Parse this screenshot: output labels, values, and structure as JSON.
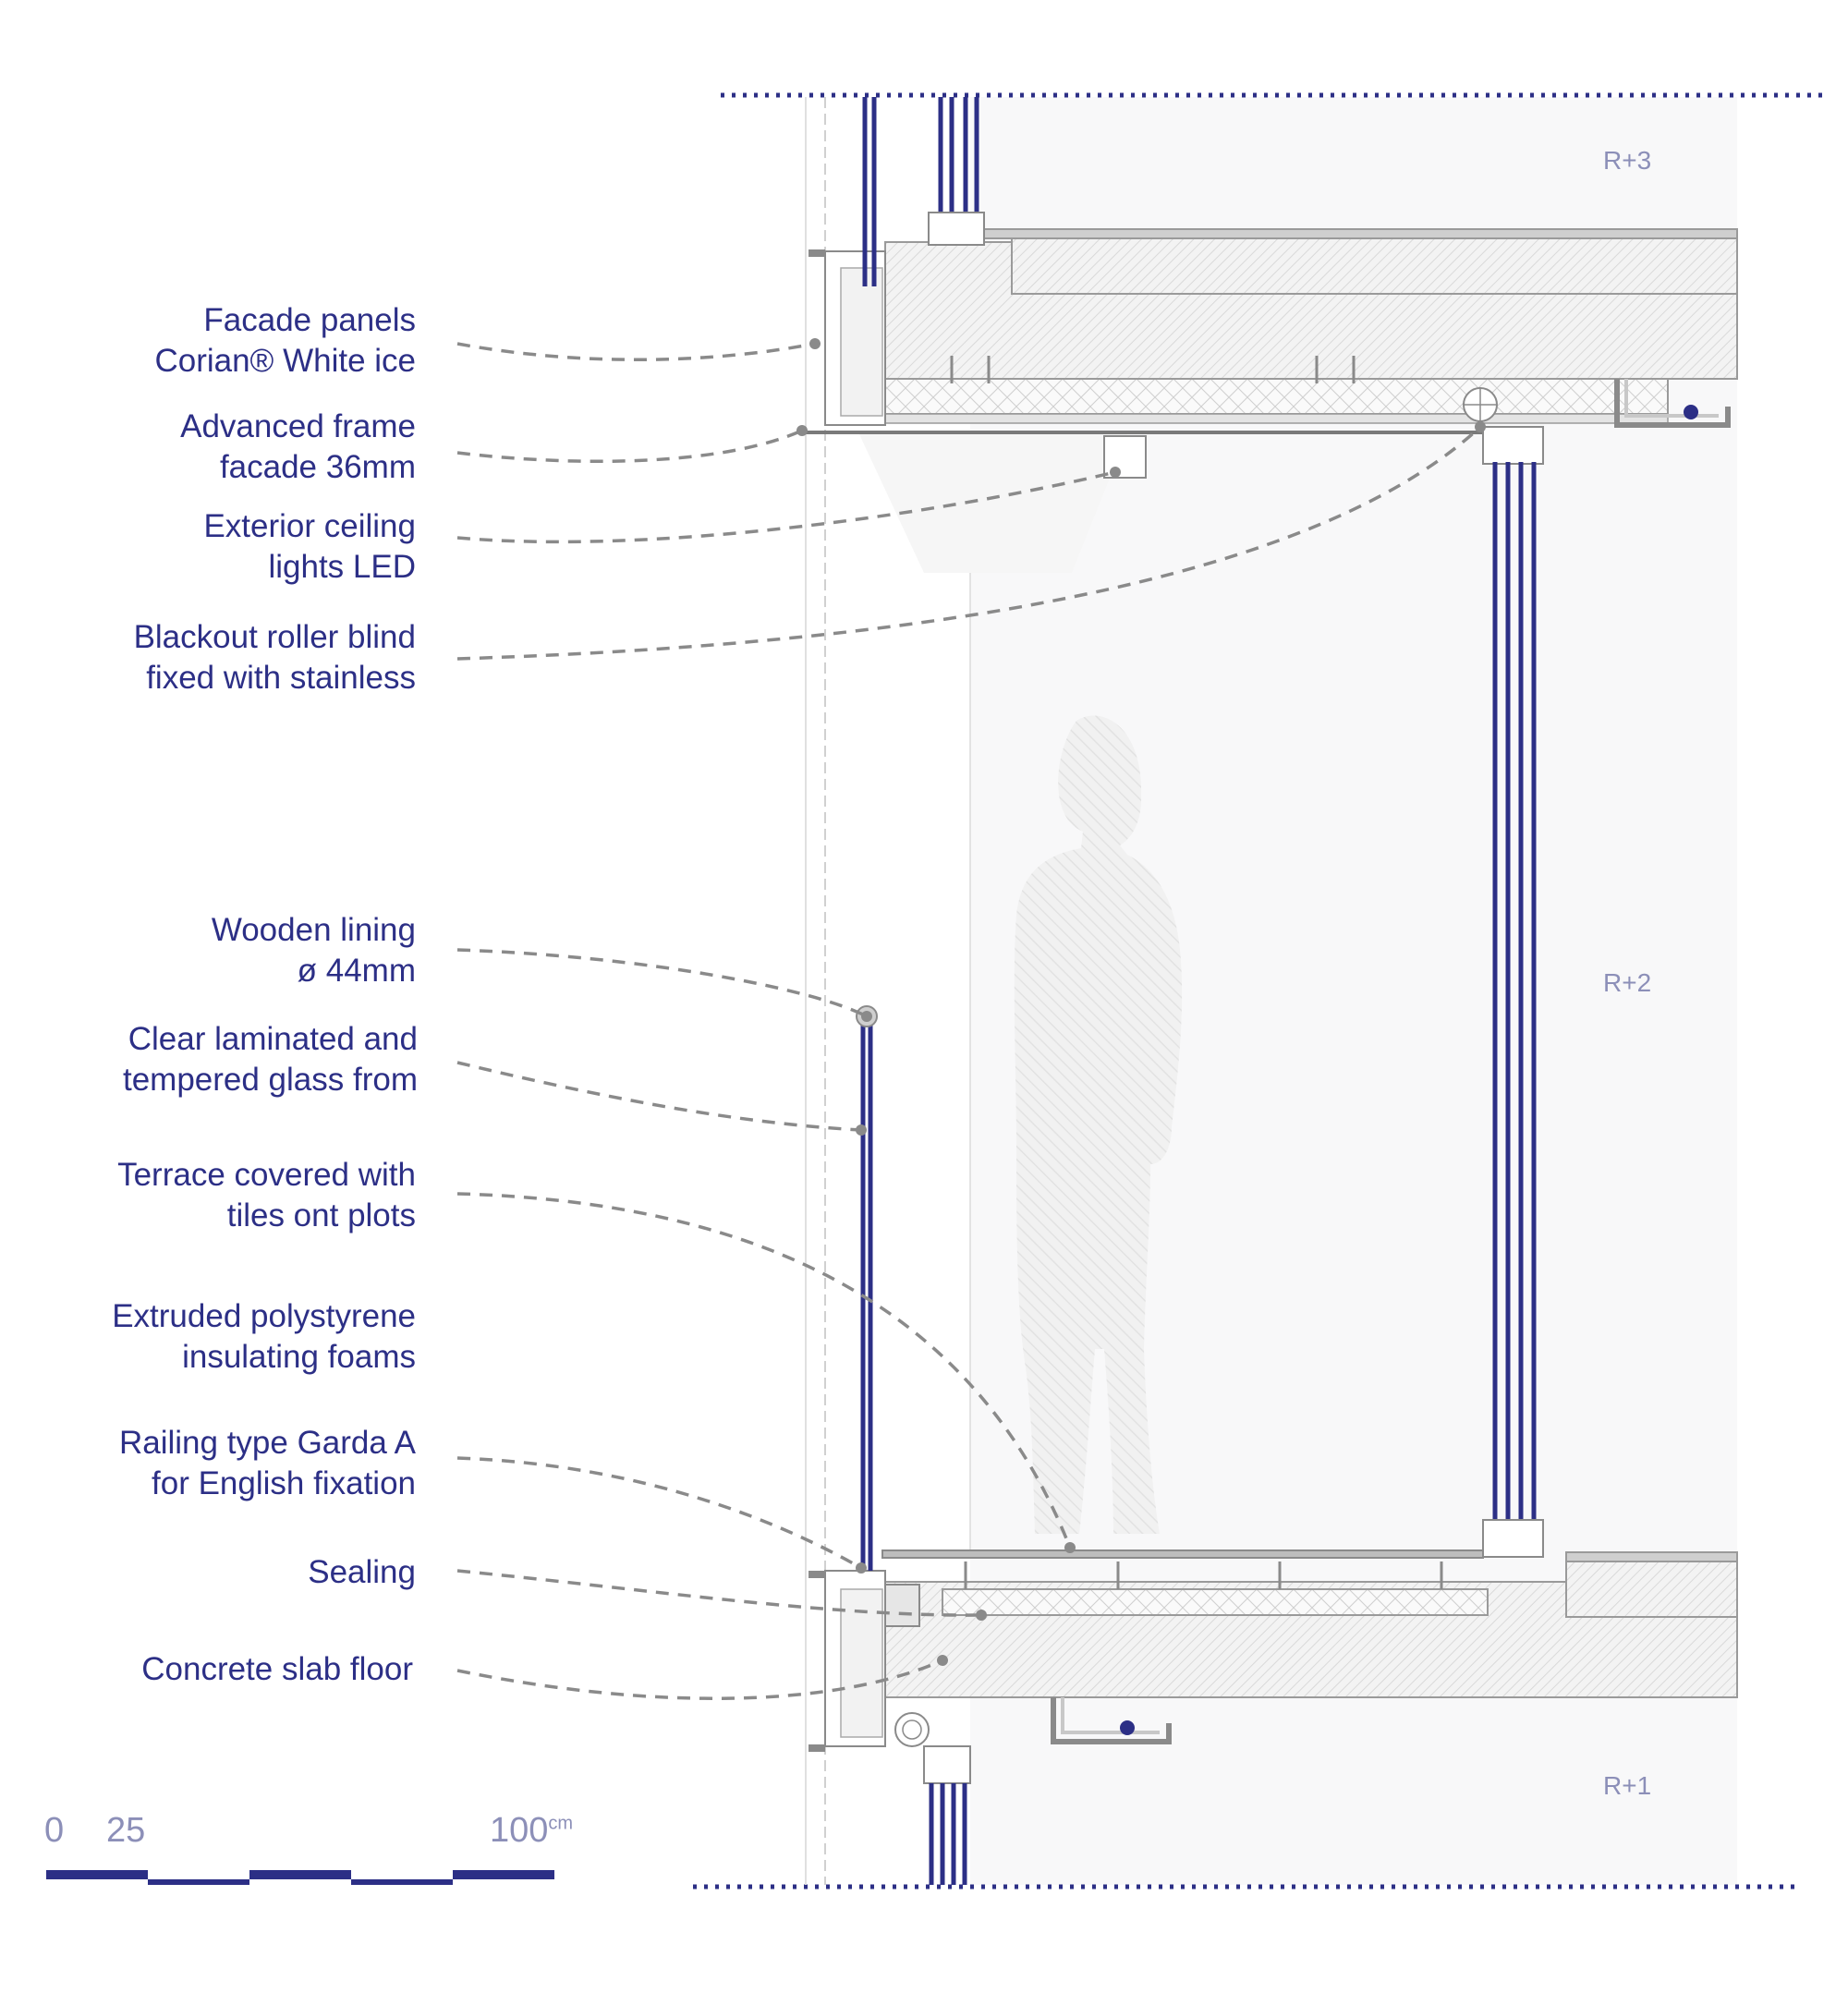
{
  "annotations": [
    {
      "line1": "Facade panels",
      "line2": "Corian® White ice"
    },
    {
      "line1": "Advanced frame",
      "line2": "facade 36mm"
    },
    {
      "line1": "Exterior ceiling",
      "line2": "lights LED"
    },
    {
      "line1": "Blackout roller blind",
      "line2": "fixed with stainless"
    },
    {
      "line1": "Wooden lining",
      "line2": "ø 44mm"
    },
    {
      "line1": "Clear laminated and",
      "line2": "tempered glass from"
    },
    {
      "line1": "Terrace covered with",
      "line2": "tiles ont plots"
    },
    {
      "line1": "Extruded polystyrene",
      "line2": "insulating foams"
    },
    {
      "line1": "Railing type Garda A",
      "line2": "for English fixation"
    },
    {
      "line1": "Sealing",
      "line2": ""
    },
    {
      "line1": "Concrete slab floor",
      "line2": ""
    }
  ],
  "levels": {
    "top": "R+3",
    "middle": "R+2",
    "bottom": "R+1"
  },
  "scale": {
    "zero": "0",
    "quarter": "25",
    "full": "100",
    "unit": "cm"
  },
  "colors": {
    "accent": "#2c2f86",
    "line": "#8a8a8a",
    "fill": "#ebebeb"
  }
}
